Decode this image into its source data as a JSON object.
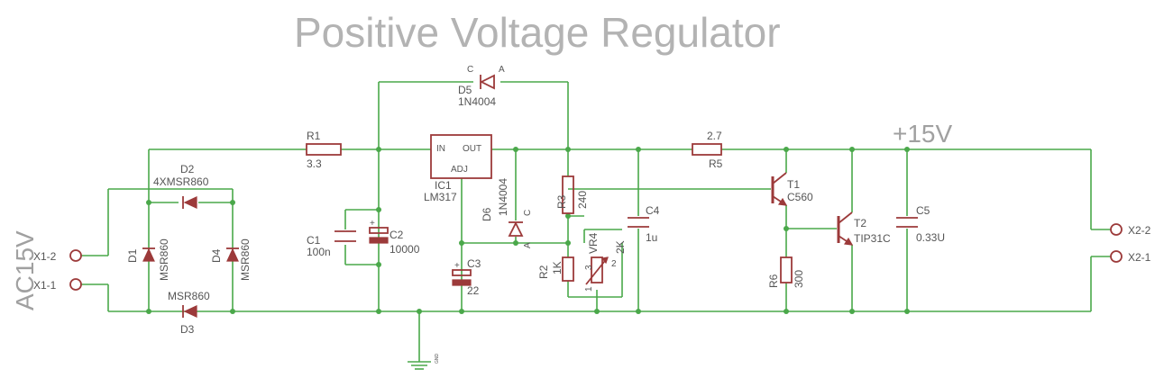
{
  "title": "Positive Voltage Regulator",
  "supply_label": "+15V",
  "input_label": "AC15V",
  "connectors": {
    "x1_2": "X1-2",
    "x1_1": "X1-1",
    "x2_2": "X2-2",
    "x2_1": "X2-1"
  },
  "parts": {
    "r1": {
      "name": "R1",
      "value": "3.3"
    },
    "r2": {
      "name": "R2",
      "value": "1K"
    },
    "r3": {
      "name": "R3",
      "value": "240"
    },
    "r5": {
      "name": "R5",
      "value": "2.7"
    },
    "r6": {
      "name": "R6",
      "value": "300"
    },
    "vr4": {
      "name": "VR4",
      "value": "2K",
      "pin1": "1",
      "pin2": "2",
      "pin3": "3"
    },
    "c1": {
      "name": "C1",
      "value": "100n"
    },
    "c2": {
      "name": "C2",
      "value": "10000"
    },
    "c3": {
      "name": "C3",
      "value": "22"
    },
    "c4": {
      "name": "C4",
      "value": "1u"
    },
    "c5": {
      "name": "C5",
      "value": "0.33U"
    },
    "d1": {
      "name": "D1",
      "value": "MSR860"
    },
    "d2": {
      "name": "D2",
      "value": "4XMSR860"
    },
    "d3": {
      "name": "D3",
      "value": "MSR860"
    },
    "d4": {
      "name": "D4",
      "value": "MSR860"
    },
    "d5": {
      "name": "D5",
      "value": "1N4004",
      "cathode": "C",
      "anode": "A"
    },
    "d6": {
      "name": "D6",
      "value": "1N4004",
      "cathode": "C",
      "anode": "A"
    },
    "ic1": {
      "name": "IC1",
      "value": "LM317",
      "pin_in": "IN",
      "pin_out": "OUT",
      "pin_adj": "ADJ"
    },
    "t1": {
      "name": "T1",
      "value": "C560"
    },
    "t2": {
      "name": "T2",
      "value": "TIP31C"
    },
    "gnd": {
      "name": "GND"
    }
  },
  "colors": {
    "wire": "#4aa84a",
    "part": "#9c3a3a",
    "text": "#555555",
    "title": "#b3b3b3"
  }
}
